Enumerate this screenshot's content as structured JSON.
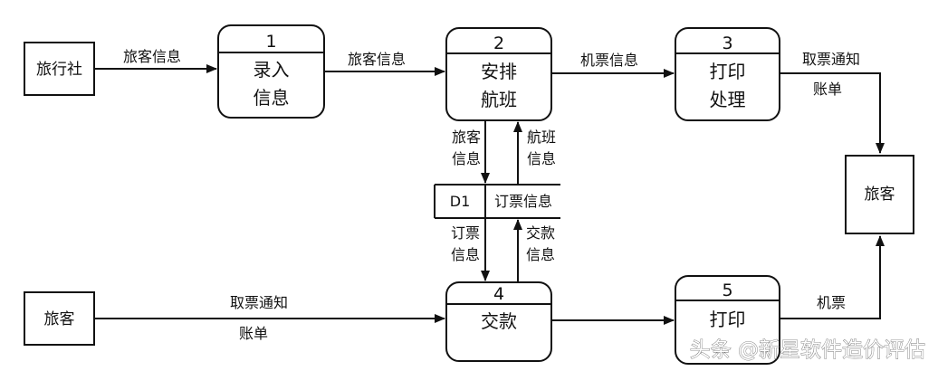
{
  "entities": {
    "travel_agency": "旅行社",
    "passenger_out": "旅客",
    "passenger_in": "旅客"
  },
  "processes": {
    "p1": {
      "number": "1",
      "line1": "录入",
      "line2": "信息"
    },
    "p2": {
      "number": "2",
      "line1": "安排",
      "line2": "航班"
    },
    "p3": {
      "number": "3",
      "line1": "打印",
      "line2": "处理"
    },
    "p4": {
      "number": "4",
      "line1": "交款"
    },
    "p5": {
      "number": "5",
      "line1": "打印"
    }
  },
  "store": {
    "id": "D1",
    "name": "订票信息"
  },
  "flows": {
    "agency_to_p1": "旅客信息",
    "p1_to_p2": "旅客信息",
    "p2_to_p3": "机票信息",
    "p3_to_passenger_1": "取票通知",
    "p3_to_passenger_2": "账单",
    "p2_to_d1_1": "旅客",
    "p2_to_d1_2": "信息",
    "d1_to_p2_1": "航班",
    "d1_to_p2_2": "信息",
    "d1_to_p4_1": "订票",
    "d1_to_p4_2": "信息",
    "p4_to_d1_1": "交款",
    "p4_to_d1_2": "信息",
    "passenger_to_p4_1": "取票通知",
    "passenger_to_p4_2": "账单",
    "p5_to_passenger": "机票"
  },
  "watermark": "头条 @新星软件造价评估"
}
